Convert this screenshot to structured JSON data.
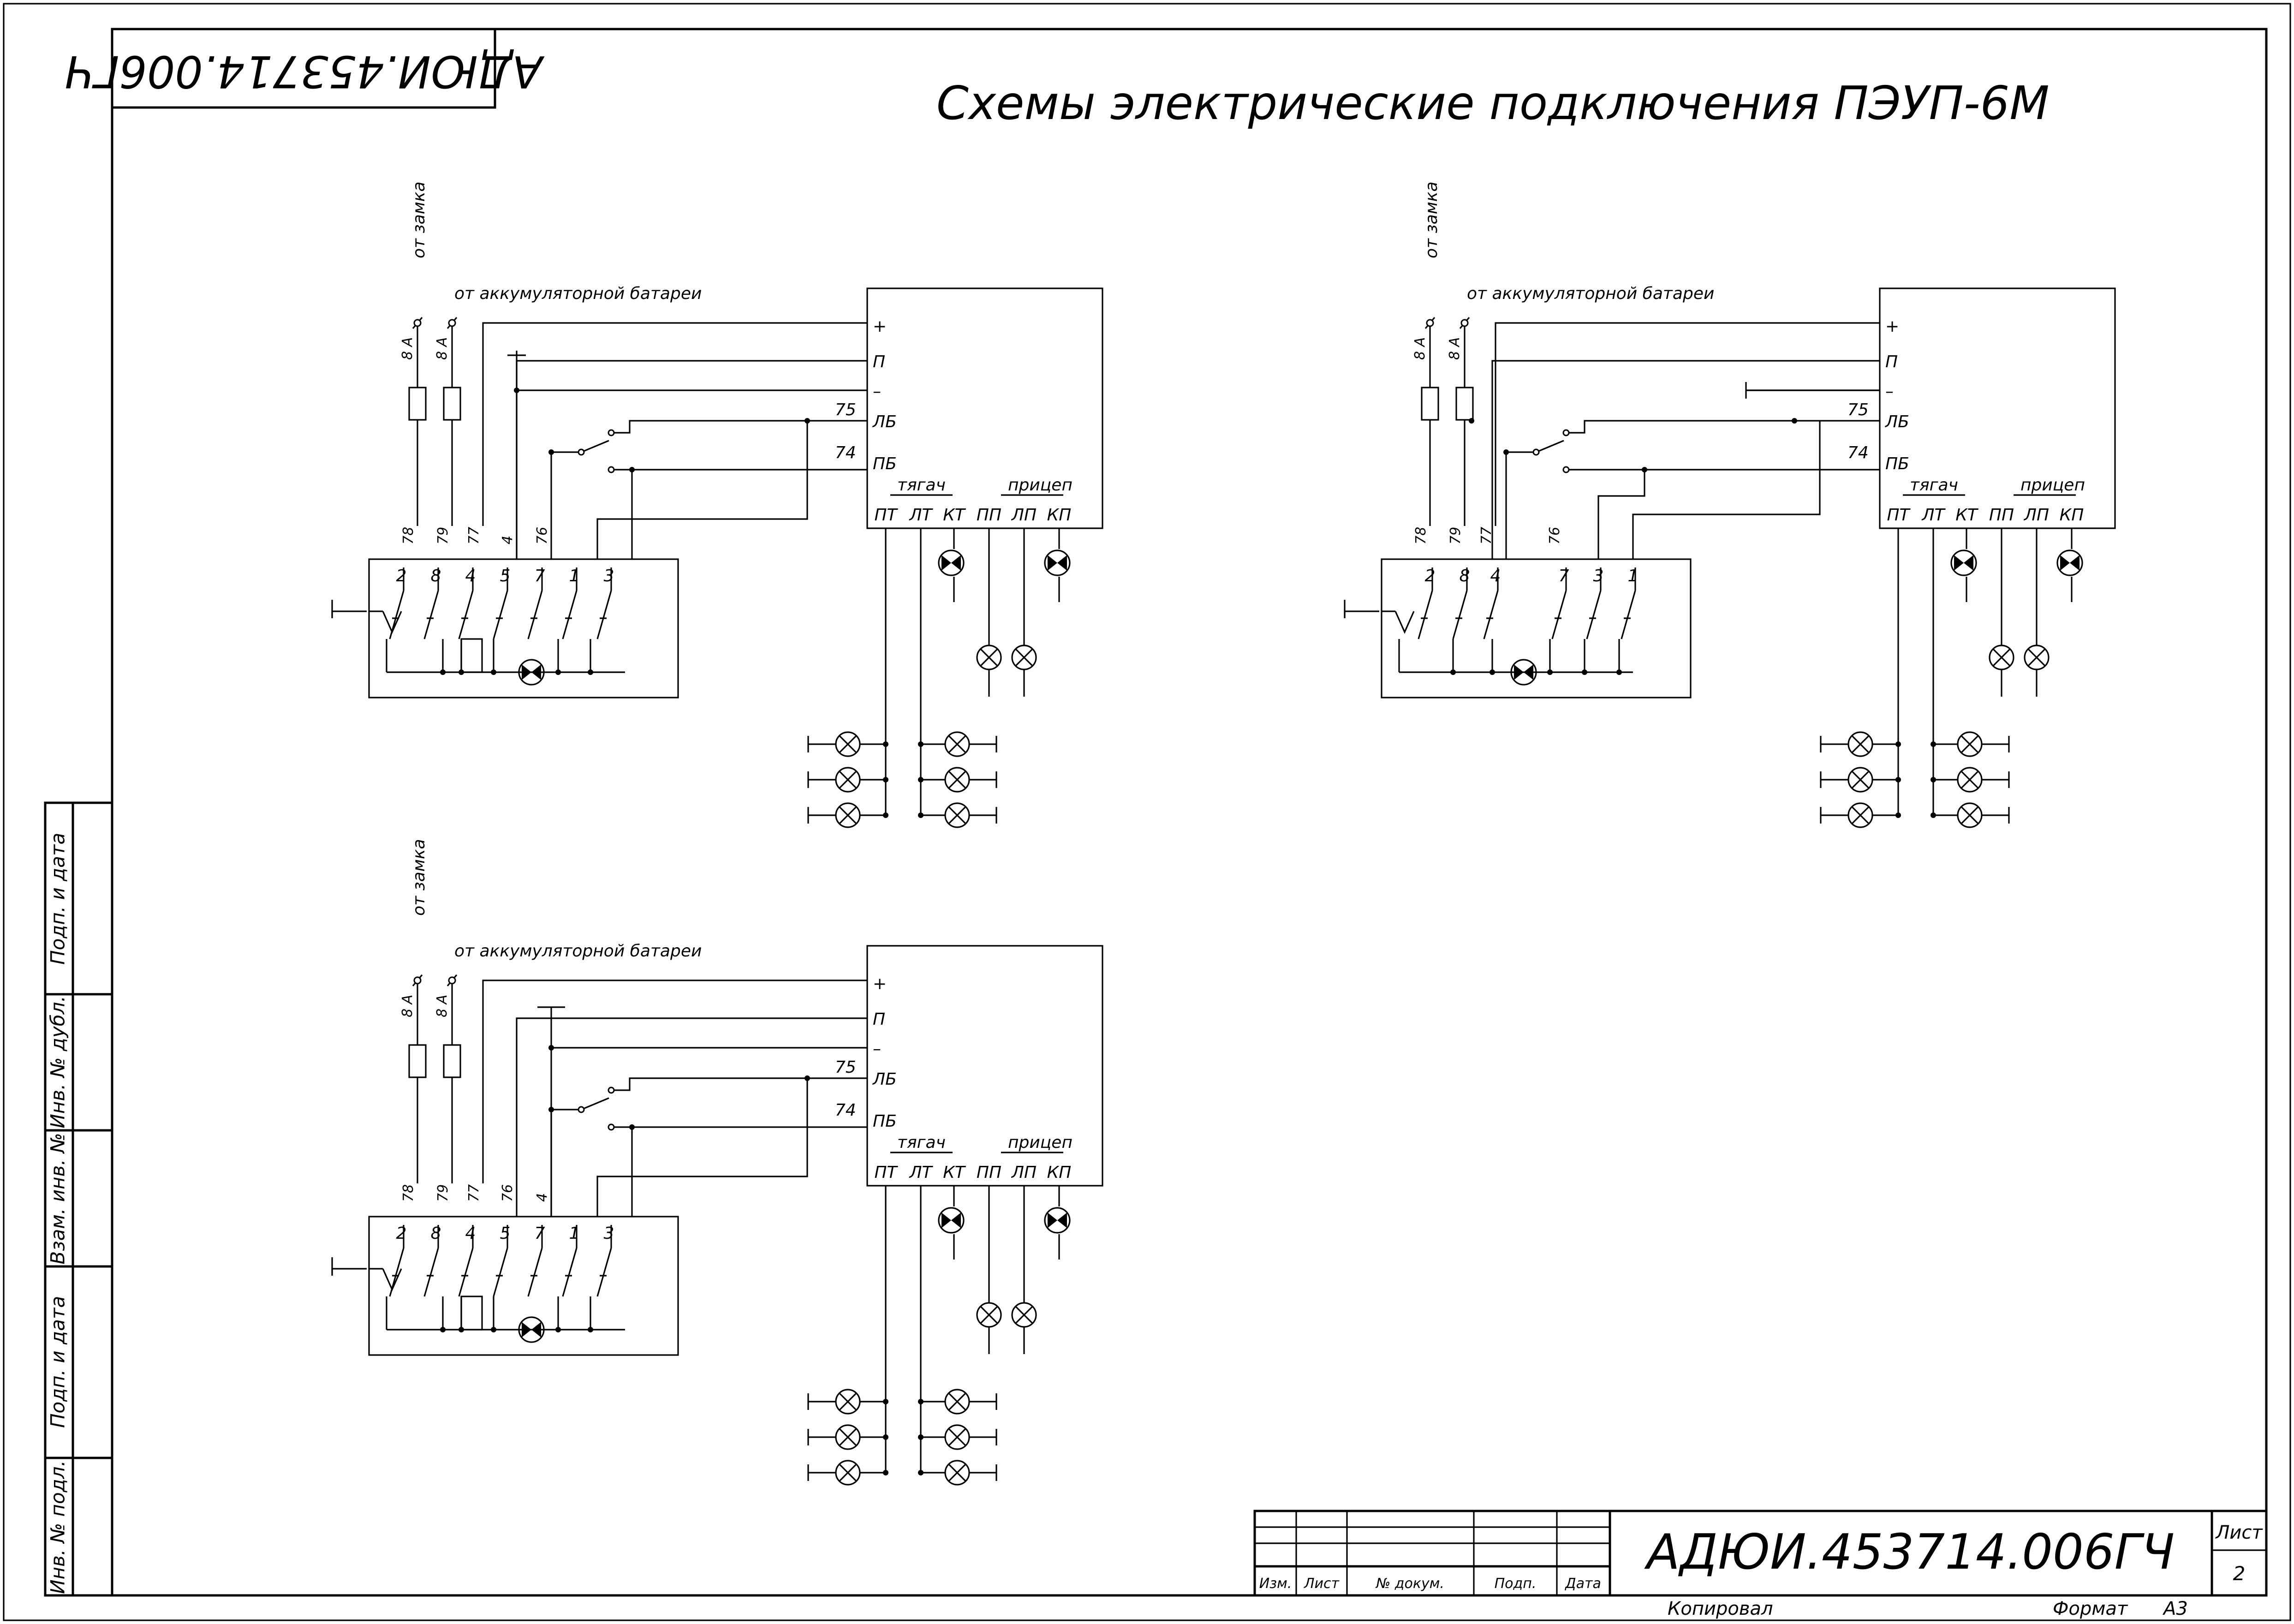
{
  "drawing": {
    "title": "Схемы электрические подключения ПЭУП-6М",
    "code": "АДЮИ.453714.006ГЧ",
    "code_top": "АДЮИ.453714.006ГЧ",
    "sheet_label": "Лист",
    "sheet_number": "2",
    "copied_label": "Копировал",
    "format_label": "Формат",
    "format_value": "А3"
  },
  "stamp": {
    "headers": [
      "Изм.",
      "Лист",
      "№ докум.",
      "Подп.",
      "Дата"
    ]
  },
  "side_columns": [
    "Подп. и дата",
    "Инв. № дубл.",
    "Взам. инв. №",
    "Подп. и дата",
    "Инв. № подл."
  ],
  "schematic": {
    "from_lock": "от замка",
    "from_battery": "от аккумуляторной батареи",
    "fuse_rating": "8 А",
    "pins": [
      "+",
      "П",
      "–",
      "ЛБ",
      "ПБ"
    ],
    "wire_75": "75",
    "wire_74": "74",
    "tractor": "тягач",
    "trailer": "прицеп",
    "outputs": [
      "ПТ",
      "ЛТ",
      "КТ",
      "ПП",
      "ЛП",
      "КП"
    ],
    "variants": [
      {
        "wires": [
          "78",
          "79",
          "77",
          "4",
          "76"
        ],
        "switch_contacts": [
          "2",
          "8",
          "4",
          "5",
          "7",
          "1",
          "3"
        ]
      },
      {
        "wires": [
          "78",
          "79",
          "77",
          "76"
        ],
        "switch_contacts": [
          "2",
          "8",
          "4",
          "7",
          "3",
          "1"
        ]
      },
      {
        "wires": [
          "78",
          "79",
          "77",
          "76",
          "4"
        ],
        "switch_contacts": [
          "2",
          "8",
          "4",
          "5",
          "7",
          "1",
          "3"
        ]
      }
    ]
  }
}
